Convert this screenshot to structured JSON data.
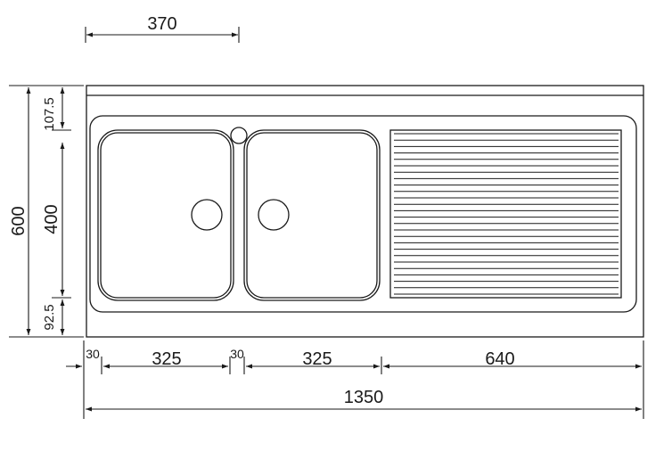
{
  "dimensions": {
    "top_offset": "370",
    "height_total": "600",
    "top_margin": "107.5",
    "bowl_height": "400",
    "bottom_margin": "92.5",
    "left_margin": "30",
    "bowl1_width": "325",
    "gap_between_bowls": "30",
    "bowl2_width": "325",
    "drainer_width": "640",
    "total_width": "1350"
  },
  "colors": {
    "stroke": "#1a1a1a",
    "background": "#ffffff"
  },
  "drainer": {
    "groove_count": 26
  }
}
